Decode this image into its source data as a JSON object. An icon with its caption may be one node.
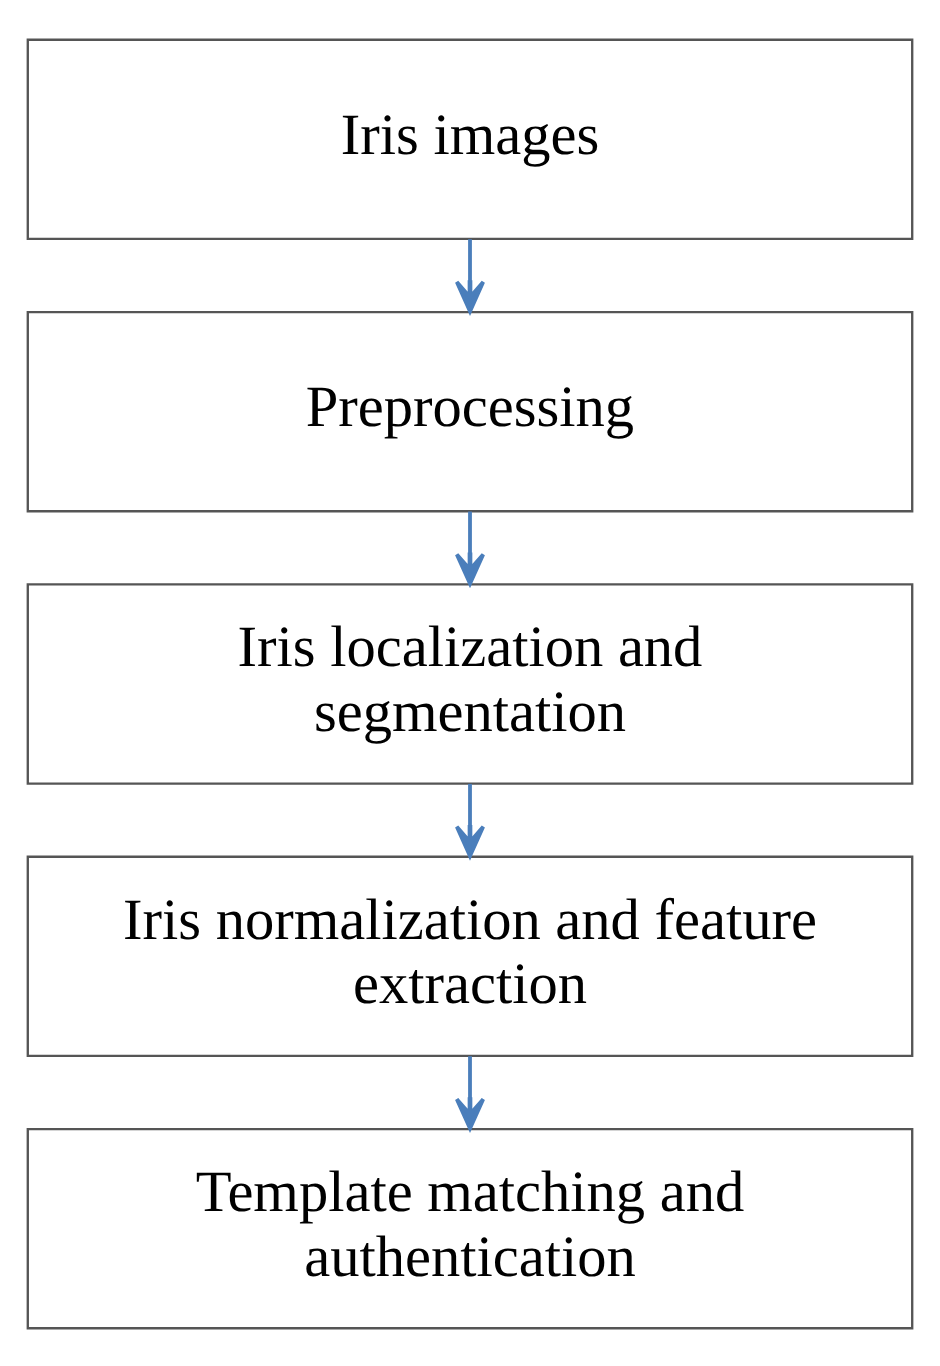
{
  "diagram": {
    "nodes": [
      {
        "text": [
          "Iris images"
        ]
      },
      {
        "text": [
          "Preprocessing"
        ]
      },
      {
        "text": [
          "Iris localization and segmentation"
        ]
      },
      {
        "text": [
          "Iris normalization and feature extraction"
        ]
      },
      {
        "text": [
          "Template matching and authentication"
        ]
      }
    ],
    "edges": [
      {
        "from": 0,
        "to": 1,
        "arrow": "to"
      },
      {
        "from": 1,
        "to": 2,
        "arrow": "to"
      },
      {
        "from": 2,
        "to": 3,
        "arrow": "to"
      },
      {
        "from": 3,
        "to": 4,
        "arrow": "to"
      }
    ]
  }
}
